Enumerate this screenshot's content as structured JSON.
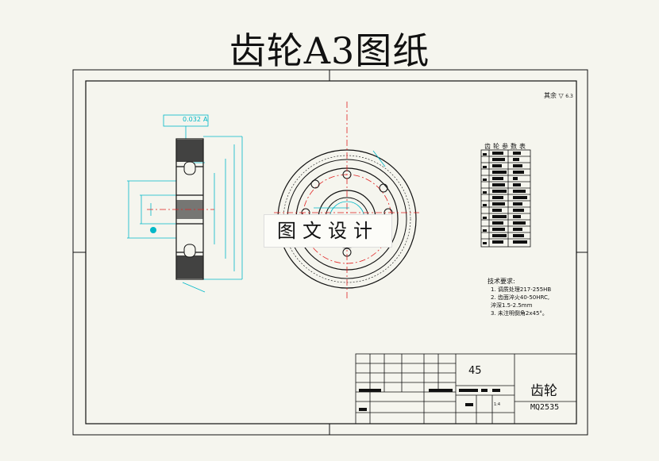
{
  "title": "齿轮A3图纸",
  "watermark": "图文设计",
  "roughness_note": "其余",
  "roughness_value": "6.3",
  "tolerance_frame": {
    "value": "0.032",
    "datum": "A"
  },
  "param_table_title": "齿轮参数表",
  "tech_requirements": {
    "title": "技术要求:",
    "items": [
      "1.  调质处理217-255HB",
      "2.  齿面淬火40-50HRC,",
      "    淬深1.5-2.5mm",
      "3.  未注明倒角2x45°。"
    ]
  },
  "title_block": {
    "material": "45",
    "part_name": "齿轮",
    "drawing_code": "MQ2535",
    "scale": "1:4"
  },
  "colors": {
    "outline": "#111111",
    "dimension": "#00b8c8",
    "centerline": "#e02020"
  }
}
